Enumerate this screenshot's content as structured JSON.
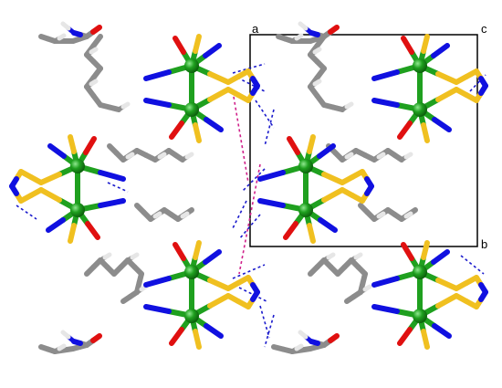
{
  "unit_cell": {
    "labels": {
      "corner_a": "a",
      "corner_c": "c",
      "corner_b": "b"
    }
  },
  "colors": {
    "background": "#ffffff",
    "metal": "#1fa01f",
    "metal_highlight": "#8fe88f",
    "nitrogen": "#1010e0",
    "oxygen": "#e01010",
    "sulfur": "#f0c020",
    "carbon": "#8c8c8c",
    "hydrogen": "#e6e6e6",
    "hbond_blue": "#1a1acc",
    "hbond_pink": "#d0208a",
    "cell_edge": "#000000"
  }
}
